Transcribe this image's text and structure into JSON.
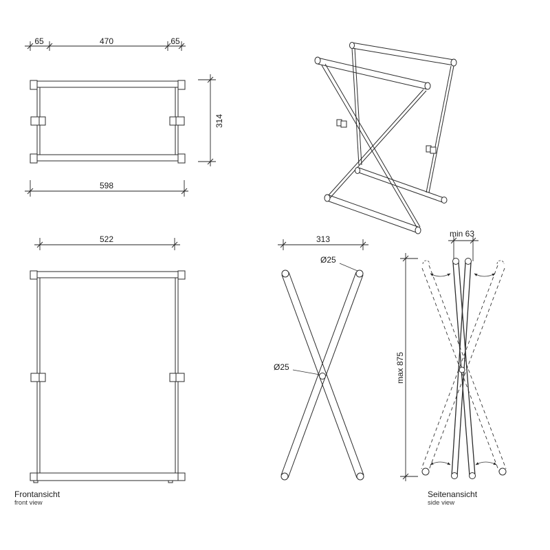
{
  "views": {
    "front": {
      "title": "Frontansicht",
      "subtitle": "front view"
    },
    "side": {
      "title": "Seitenansicht",
      "subtitle": "side view"
    }
  },
  "dimensions": {
    "top_left_offset": "65",
    "top_width": "470",
    "top_right_offset": "65",
    "top_depth": "314",
    "top_total_width": "598",
    "front_width": "522",
    "cross_width": "313",
    "tube_diameter_top": "Ø25",
    "tube_diameter_center": "Ø25",
    "side_min": "min 63",
    "side_max_height": "max 875"
  }
}
